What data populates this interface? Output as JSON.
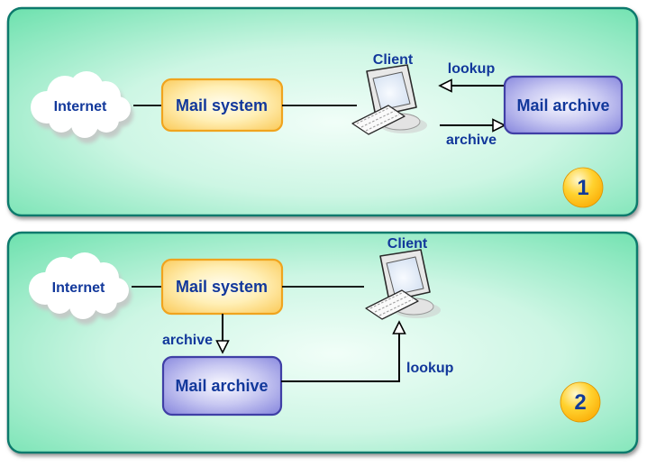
{
  "diagram": {
    "description": "Two-step mail archiving diagram",
    "panels": [
      {
        "badge": "1",
        "nodes": {
          "internet": "Internet",
          "mail_system": "Mail system",
          "client": "Client",
          "mail_archive": "Mail archive"
        },
        "arrows": {
          "lookup": "lookup",
          "archive": "archive"
        }
      },
      {
        "badge": "2",
        "nodes": {
          "internet": "Internet",
          "mail_system": "Mail system",
          "client": "Client",
          "mail_archive": "Mail archive"
        },
        "arrows": {
          "lookup": "lookup",
          "archive": "archive"
        }
      }
    ],
    "colors": {
      "panel_border": "#0B7A6D",
      "panel_edge": "#56DCA1",
      "panel_center": "#F1FEF8",
      "mail_system_border": "#F0A41E",
      "mail_system_fill": "#FAC64E",
      "mail_archive_border": "#3F3FA6",
      "mail_archive_fill": "#7E7EDB",
      "label_text": "#12389B",
      "badge_fill": "#FFC92A",
      "line": "#000000"
    }
  }
}
